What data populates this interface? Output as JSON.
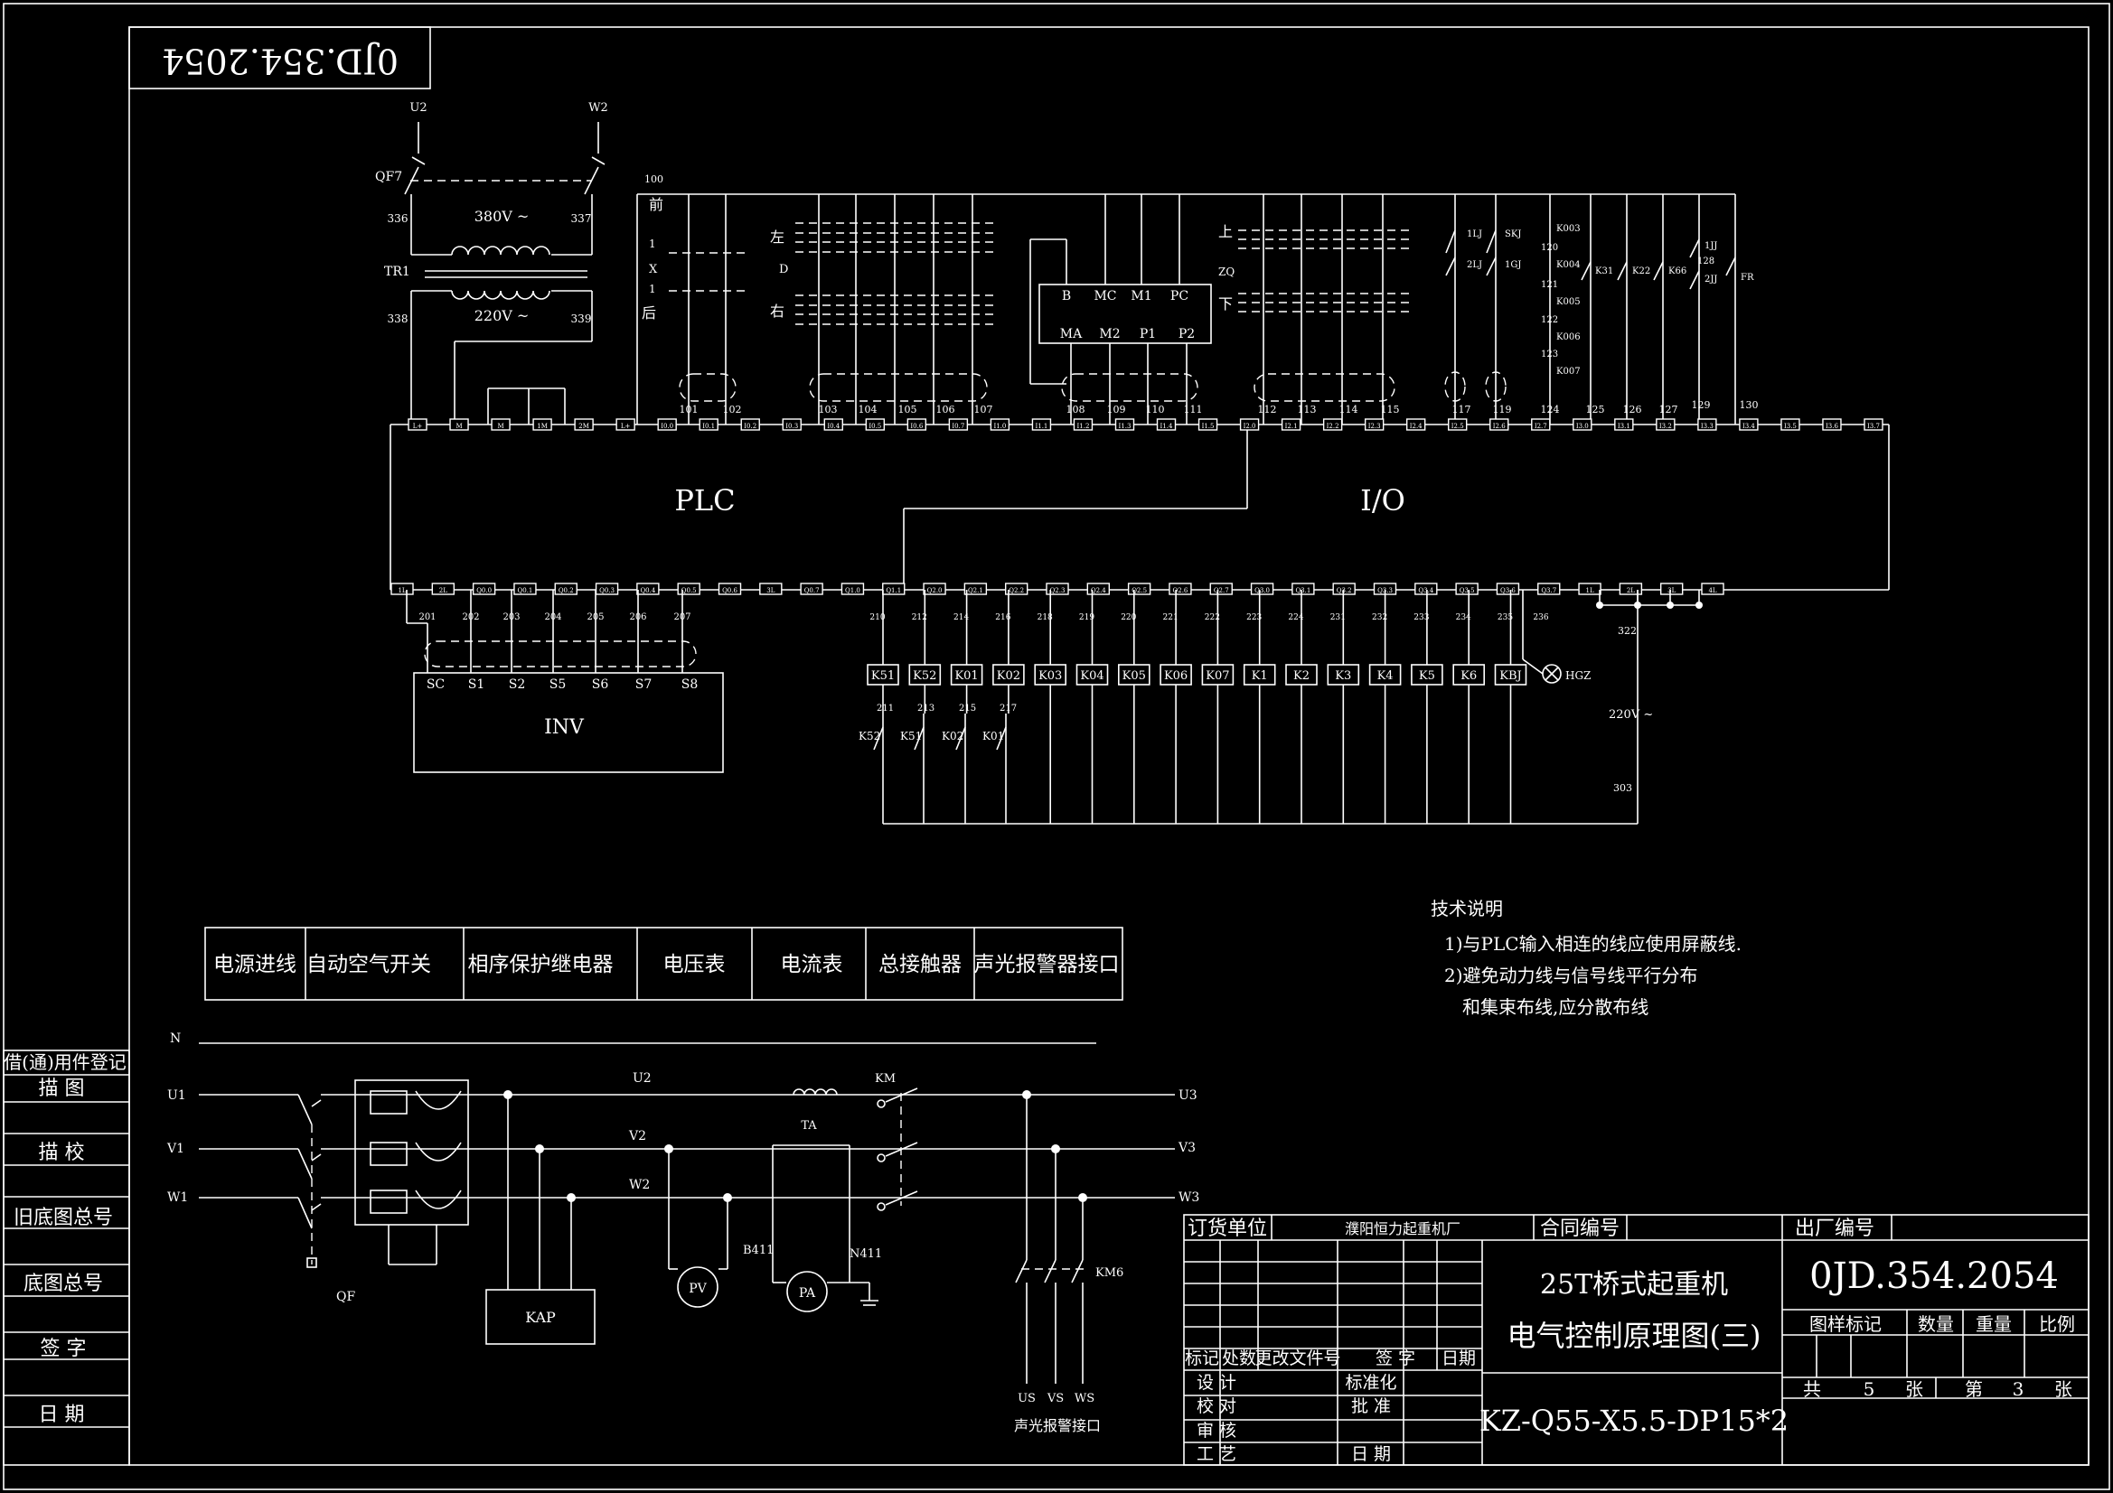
{
  "drawing_number": "0JD.354.2054",
  "drawing_number_mirrored": "0JD.354.2054",
  "transformer": {
    "breaker": "QF7",
    "name": "TR1",
    "primary": "380V ~",
    "secondary": "220V ~",
    "wires": [
      "U2",
      "W2",
      "336",
      "337",
      "338",
      "339"
    ]
  },
  "plc": {
    "label": "PLC",
    "io_label": "I/O"
  },
  "direction_labels": {
    "forward": "前",
    "back": "后",
    "left": "左",
    "right": "右",
    "up": "上",
    "down": "下",
    "x": "X",
    "d": "D",
    "zq": "ZQ",
    "one_a": "1",
    "one_b": "1"
  },
  "module_terminals_top": [
    "B",
    "MC",
    "M1",
    "PC"
  ],
  "module_terminals_bottom": [
    "MA",
    "M2",
    "P1",
    "P2"
  ],
  "right_contacts": [
    "1LJ",
    "2LJ",
    "SKJ",
    "1GJ",
    "K003",
    "K004",
    "K005",
    "K006",
    "K007",
    "K31",
    "K22",
    "K66",
    "1JJ",
    "2JJ",
    "FR"
  ],
  "right_wires": [
    "120",
    "121",
    "122",
    "123",
    "128"
  ],
  "input_terminals": [
    "L+",
    "M",
    "M",
    "1M",
    "2M",
    "L+",
    "I0.0",
    "I0.1",
    "I0.2",
    "I0.3",
    "I0.4",
    "I0.5",
    "I0.6",
    "I0.7",
    "I1.0",
    "I1.1",
    "I1.2",
    "I1.3",
    "I1.4",
    "I1.5",
    "I2.0",
    "I2.1",
    "I2.2",
    "I2.3",
    "I2.4",
    "I2.5",
    "I2.6",
    "I2.7",
    "I3.0",
    "I3.1",
    "I3.2",
    "I3.3",
    "I3.4",
    "I3.5",
    "I3.6",
    "I3.7"
  ],
  "input_wires": [
    "100",
    "101",
    "102",
    "103",
    "104",
    "105",
    "106",
    "107",
    "108",
    "109",
    "110",
    "111",
    "112",
    "113",
    "114",
    "115",
    "117",
    "119",
    "124",
    "125",
    "126",
    "127",
    "129",
    "130"
  ],
  "output_terminals": [
    "1L",
    "2L",
    "Q0.0",
    "Q0.1",
    "Q0.2",
    "Q0.3",
    "Q0.4",
    "Q0.5",
    "Q0.6",
    "3L",
    "Q0.7",
    "Q1.0",
    "Q1.1",
    "Q2.0",
    "Q2.1",
    "Q2.2",
    "Q2.3",
    "Q2.4",
    "Q2.5",
    "Q2.6",
    "Q2.7",
    "Q3.0",
    "Q3.1",
    "Q3.2",
    "Q3.3",
    "Q3.4",
    "Q3.5",
    "Q3.6",
    "Q3.7",
    "1L",
    "2L",
    "3L",
    "4L"
  ],
  "output_wires_inv": [
    "201",
    "202",
    "203",
    "204",
    "205",
    "206",
    "207"
  ],
  "inv": {
    "label": "INV",
    "terminals": [
      "SC",
      "S1",
      "S2",
      "S5",
      "S6",
      "S7",
      "S8"
    ]
  },
  "output_wires": [
    "210",
    "212",
    "214",
    "216",
    "218",
    "219",
    "220",
    "221",
    "222",
    "223",
    "224",
    "231",
    "232",
    "233",
    "234",
    "235",
    "236"
  ],
  "relays": [
    "K51",
    "K52",
    "K01",
    "K02",
    "K03",
    "K04",
    "K05",
    "K06",
    "K07",
    "K1",
    "K2",
    "K3",
    "K4",
    "K5",
    "K6",
    "KBJ"
  ],
  "lamp": "HGZ",
  "interlock_wires": [
    "211",
    "213",
    "215",
    "217"
  ],
  "interlocks": [
    "K52",
    "K51",
    "K02",
    "K01"
  ],
  "supply_side": {
    "top": "322",
    "voltage": "220V ~",
    "bottom": "303"
  },
  "tech_notes": {
    "title": "技术说明",
    "line1": "1)与PLC输入相连的线应使用屏蔽线.",
    "line2": "2)避免动力线与信号线平行分布",
    "line3": "和集束布线,应分散布线"
  },
  "function_header": [
    "电源进线",
    "自动空气开关",
    "相序保护继电器",
    "电压表",
    "电流表",
    "总接触器",
    "声光报警器接口"
  ],
  "power": {
    "n": "N",
    "u1": "U1",
    "v1": "V1",
    "w1": "W1",
    "u2": "U2",
    "v2": "V2",
    "w2": "W2",
    "u3": "U3",
    "v3": "V3",
    "w3": "W3",
    "qf": "QF",
    "kap": "KAP",
    "pv": "PV",
    "pa": "PA",
    "ta": "TA",
    "b411": "B411",
    "n411": "N411",
    "km": "KM",
    "km6": "KM6",
    "us": "US",
    "vs": "VS",
    "ws": "WS",
    "alarm_port": "声光报警接口"
  },
  "left_column": [
    "借(通)用件登记",
    "描 图",
    "描 校",
    "旧底图总号",
    "底图总号",
    "签 字",
    "日 期"
  ],
  "title_block": {
    "order_unit": "订货单位",
    "company": "濮阳恒力起重机厂",
    "contract_no": "合同编号",
    "factory_no": "出厂编号",
    "title1": "25T桥式起重机",
    "title2": "电气控制原理图(三)",
    "model": "KZ-Q55-X5.5-DP15*2",
    "number": "0JD.354.2054",
    "rev_headers": [
      "标记",
      "处数",
      "更改文件号",
      "签 字",
      "日期"
    ],
    "roles": [
      "设 计",
      "校 对",
      "审 核",
      "工 艺"
    ],
    "approvals": [
      "标准化",
      "批 准",
      "日 期"
    ],
    "mark_headers": [
      "图样标记",
      "数量",
      "重量",
      "比例"
    ],
    "total_label": "共",
    "total": "5",
    "sheet_unit_a": "张",
    "sheet_label": "第",
    "sheet": "3",
    "sheet_unit_b": "张"
  }
}
